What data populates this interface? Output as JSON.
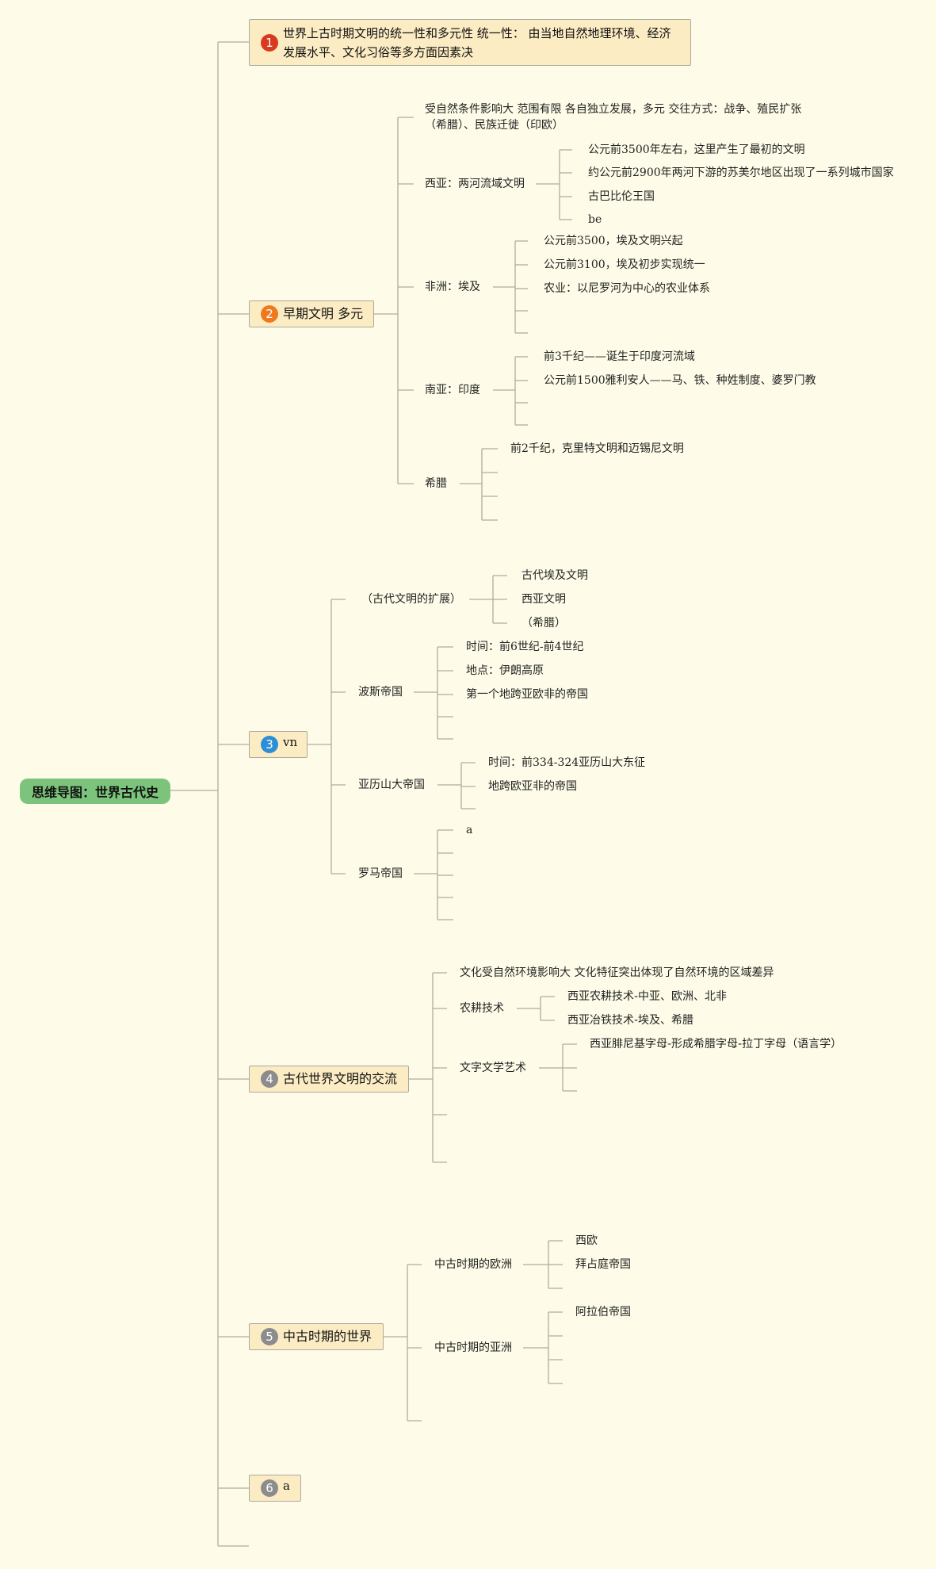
{
  "root": {
    "label": "思维导图：世界古代史",
    "color": "#7cc47c"
  },
  "topics": [
    {
      "number": "1",
      "badge_color": "#d93a1f",
      "label": "世界上古时期文明的统一性和多元性 统一性： 由当地自然地理环境、经济发展水平、文化习俗等多方面因素决"
    },
    {
      "number": "2",
      "badge_color": "#ef7a1e",
      "label": "早期文明 多元"
    },
    {
      "number": "3",
      "badge_color": "#2c8fd6",
      "label": "vn"
    },
    {
      "number": "4",
      "badge_color": "#8c8c8c",
      "label": "古代世界文明的交流"
    },
    {
      "number": "5",
      "badge_color": "#8c8c8c",
      "label": "中古时期的世界"
    },
    {
      "number": "6",
      "badge_color": "#8c8c8c",
      "label": "a"
    }
  ],
  "t2": {
    "intro": "受自然条件影响大 范围有限 各自独立发展，多元 交往方式：战争、殖民扩张（希腊）、民族迁徙（印欧）",
    "xiya": {
      "label": "西亚：两河流域文明",
      "items": [
        "公元前3500年左右，这里产生了最初的文明",
        "约公元前2900年两河下游的苏美尔地区出现了一系列城市国家",
        "古巴比伦王国",
        "be"
      ]
    },
    "feizhou": {
      "label": "非洲：埃及",
      "items": [
        "公元前3500，埃及文明兴起",
        "公元前3100，埃及初步实现统一",
        "农业：以尼罗河为中心的农业体系"
      ]
    },
    "nanya": {
      "label": "南亚：印度",
      "items": [
        "前3千纪——诞生于印度河流域",
        "公元前1500雅利安人——马、铁、种姓制度、婆罗门教"
      ]
    },
    "xila": {
      "label": "希腊",
      "items": [
        "前2千纪，克里特文明和迈锡尼文明"
      ]
    }
  },
  "t3": {
    "kuozhan": {
      "label": "（古代文明的扩展）",
      "items": [
        "古代埃及文明",
        "西亚文明",
        "（希腊）"
      ]
    },
    "bosi": {
      "label": "波斯帝国",
      "items": [
        "时间：前6世纪-前4世纪",
        "地点：伊朗高原",
        "第一个地跨亚欧非的帝国"
      ]
    },
    "yalishanda": {
      "label": "亚历山大帝国",
      "items": [
        "时间：前334-324亚历山大东征",
        "地跨欧亚非的帝国"
      ]
    },
    "luoma": {
      "label": "罗马帝国",
      "items": [
        "a"
      ]
    }
  },
  "t4": {
    "intro": "文化受自然环境影响大 文化特征突出体现了自然环境的区域差异",
    "nonggeng": {
      "label": "农耕技术",
      "items": [
        "西亚农耕技术-中亚、欧洲、北非",
        "西亚冶铁技术-埃及、希腊"
      ]
    },
    "wenzi": {
      "label": "文字文学艺术",
      "items": [
        "西亚腓尼基字母-形成希腊字母-拉丁字母（语言学）"
      ]
    }
  },
  "t5": {
    "ouzhou": {
      "label": "中古时期的欧洲",
      "items": [
        "西欧",
        "拜占庭帝国"
      ]
    },
    "yazhou": {
      "label": "中古时期的亚洲",
      "items": [
        "阿拉伯帝国"
      ]
    }
  }
}
